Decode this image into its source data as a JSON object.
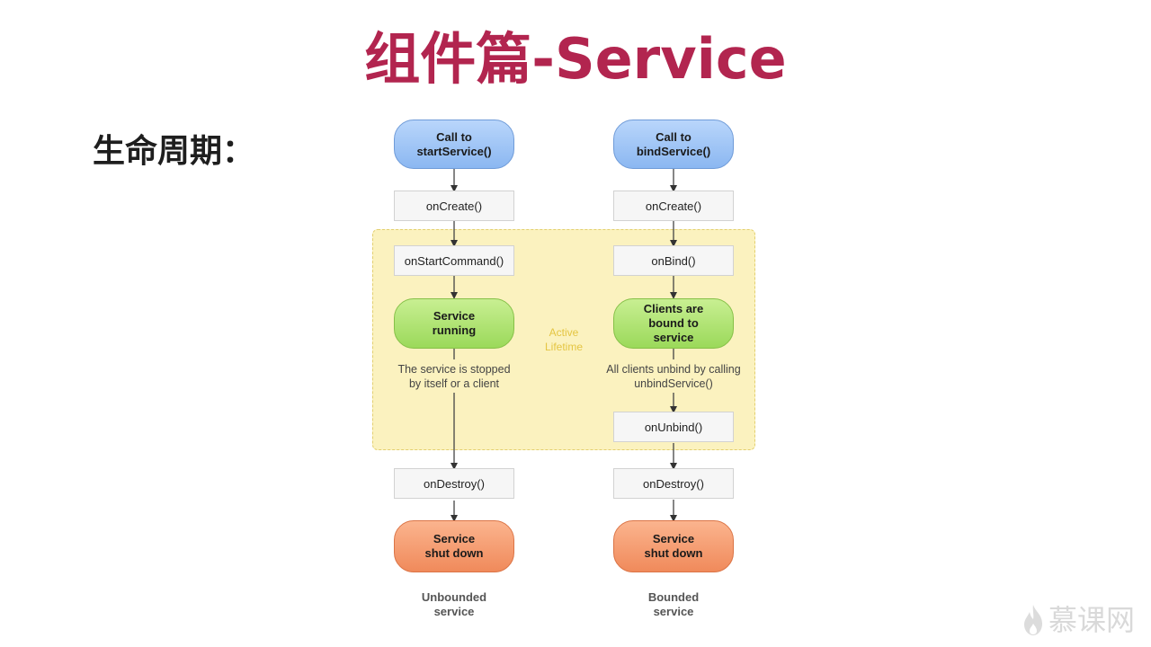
{
  "slide": {
    "title": "组件篇-Service",
    "section_label": "生命周期："
  },
  "diagram": {
    "active_zone_label": "Active\nLifetime",
    "unbounded": {
      "start": "Call to\nstartService()",
      "on_create": "onCreate()",
      "on_start_command": "onStartCommand()",
      "running": "Service\nrunning",
      "stop_note": "The service is stopped\nby itself or a client",
      "on_destroy": "onDestroy()",
      "shutdown": "Service\nshut down",
      "caption": "Unbounded\nservice"
    },
    "bounded": {
      "start": "Call to\nbindService()",
      "on_create": "onCreate()",
      "on_bind": "onBind()",
      "clients_bound": "Clients are\nbound to\nservice",
      "unbind_note": "All clients unbind by calling\nunbindService()",
      "on_unbind": "onUnbind()",
      "on_destroy": "onDestroy()",
      "shutdown": "Service\nshut down",
      "caption": "Bounded\nservice"
    },
    "colors": {
      "start_node": "#8bb7f1",
      "active_node": "#9bd95a",
      "end_node": "#f08a5b",
      "active_zone": "#fbf2bf"
    }
  },
  "watermark": {
    "logo_text": "慕课网",
    "icon": "flame-icon"
  }
}
